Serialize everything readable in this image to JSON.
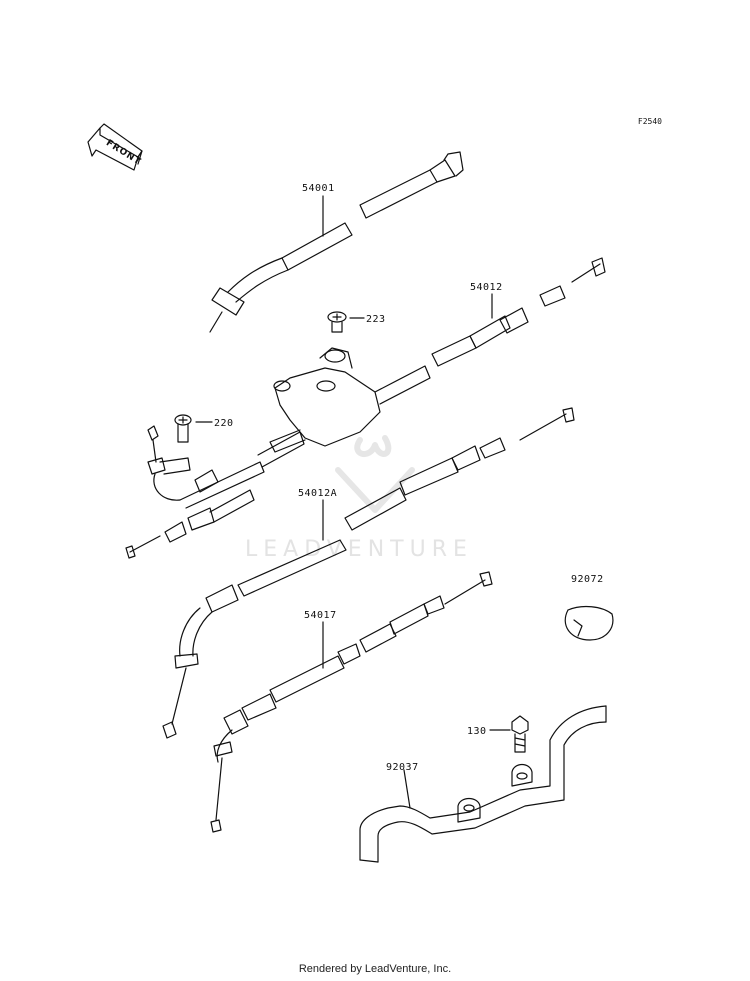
{
  "diagram": {
    "code": "F2540",
    "front_label": "FRONT",
    "watermark": "LEADVENTURE",
    "footer": "Rendered by LeadVenture, Inc.",
    "parts": [
      {
        "id": "54001"
      },
      {
        "id": "223"
      },
      {
        "id": "54012"
      },
      {
        "id": "220"
      },
      {
        "id": "54012A"
      },
      {
        "id": "92072"
      },
      {
        "id": "54017"
      },
      {
        "id": "130"
      },
      {
        "id": "92037"
      }
    ]
  }
}
